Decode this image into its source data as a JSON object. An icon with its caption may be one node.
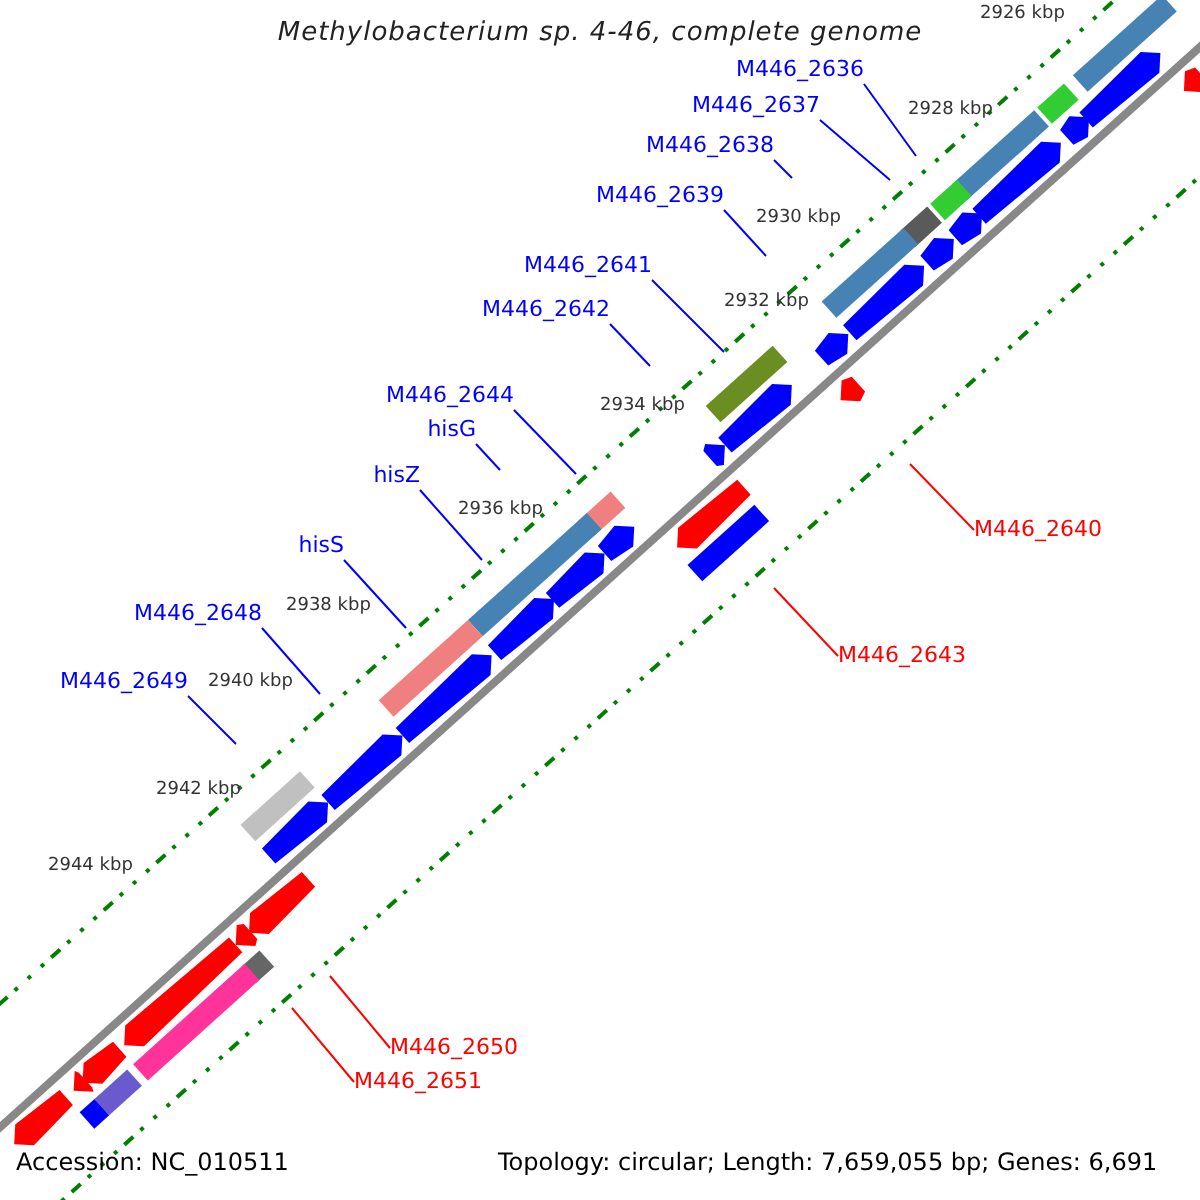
{
  "diagram": {
    "title": "Methylobacterium sp. 4-46, complete genome",
    "nodes": [
      {
        "text": [
          "M446_2636"
        ]
      },
      {
        "text": [
          "M446_2637"
        ]
      },
      {
        "text": [
          "M446_2638"
        ]
      },
      {
        "text": [
          "M446_2639"
        ]
      },
      {
        "text": [
          "M446_2641"
        ]
      },
      {
        "text": [
          "M446_2642"
        ]
      },
      {
        "text": [
          "M446_2644"
        ]
      },
      {
        "text": [
          "hisG"
        ]
      },
      {
        "text": [
          "hisZ"
        ]
      },
      {
        "text": [
          "M446_2640"
        ]
      },
      {
        "text": [
          "hisS"
        ]
      },
      {
        "text": [
          "M446_2648"
        ]
      },
      {
        "text": [
          "M446_2643"
        ]
      },
      {
        "text": [
          "M446_2649"
        ]
      },
      {
        "text": [
          "M446_2650"
        ]
      },
      {
        "text": [
          "M446_2651"
        ]
      }
    ],
    "edges": [
      {
        "from": 0,
        "to": null,
        "arrow": "none"
      },
      {
        "from": 1,
        "to": null,
        "arrow": "none"
      },
      {
        "from": 2,
        "to": null,
        "arrow": "none"
      },
      {
        "from": 3,
        "to": null,
        "arrow": "none"
      },
      {
        "from": 4,
        "to": null,
        "arrow": "none"
      },
      {
        "from": 5,
        "to": null,
        "arrow": "none"
      },
      {
        "from": 6,
        "to": null,
        "arrow": "none"
      },
      {
        "from": 7,
        "to": null,
        "arrow": "none"
      },
      {
        "from": 8,
        "to": null,
        "arrow": "none"
      },
      {
        "from": 9,
        "to": null,
        "arrow": "none",
        "color": "#ff0000"
      },
      {
        "from": 10,
        "to": null,
        "arrow": "none"
      },
      {
        "from": 11,
        "to": null,
        "arrow": "none"
      },
      {
        "from": 12,
        "to": null,
        "arrow": "none",
        "color": "#ff0000"
      },
      {
        "from": 13,
        "to": null,
        "arrow": "none"
      },
      {
        "from": 14,
        "to": null,
        "arrow": "none",
        "color": "#ff0000"
      },
      {
        "from": 15,
        "to": null,
        "arrow": "none",
        "color": "#ff0000"
      }
    ],
    "labels": [
      "2926 kbp",
      "2928 kbp",
      "2930 kbp",
      "2932 kbp",
      "2934 kbp",
      "2936 kbp",
      "2938 kbp",
      "2940 kbp",
      "2942 kbp",
      "2944 kbp",
      "Accession: NC_010511",
      "Topology: circular; Length: 7,659,055 bp; Genes: 6,691"
    ]
  }
}
